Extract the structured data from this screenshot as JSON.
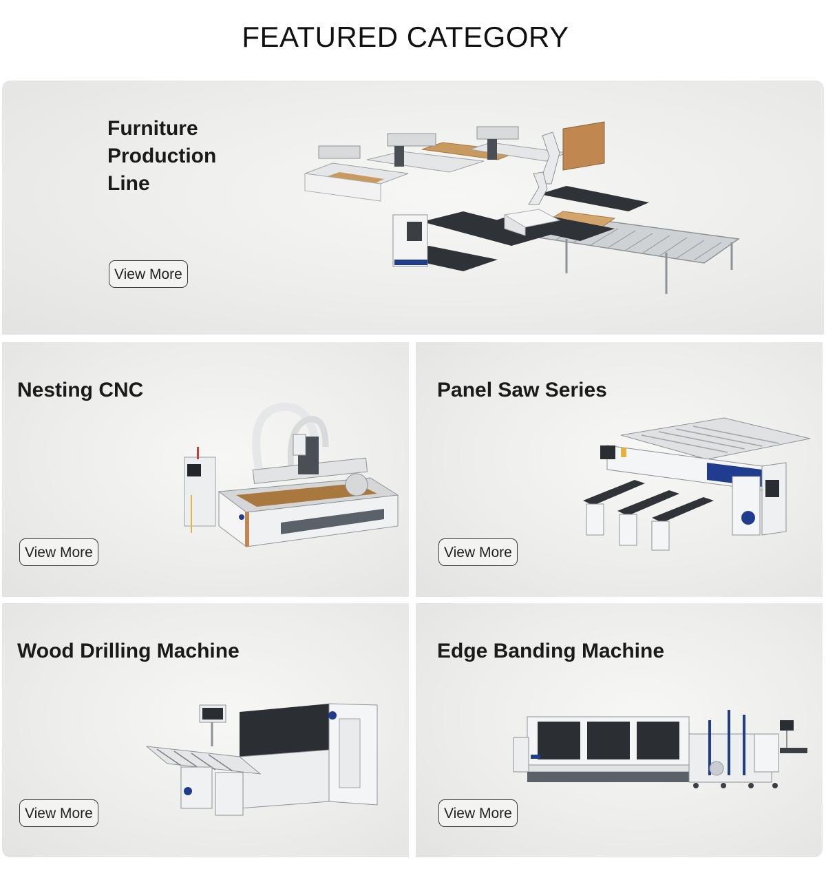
{
  "header": {
    "title": "FEATURED CATEGORY"
  },
  "categories": [
    {
      "title": "Furniture Production Line",
      "button": "View More"
    },
    {
      "title": "Nesting CNC",
      "button": "View More"
    },
    {
      "title": "Panel Saw Series",
      "button": "View More"
    },
    {
      "title": "Wood Drilling Machine",
      "button": "View More"
    },
    {
      "title": "Edge Banding Machine",
      "button": "View More"
    }
  ],
  "colors": {
    "background": "#ffffff",
    "card": "#ededeb",
    "accent_blue": "#1f3c8f",
    "wood": "#c9945a"
  }
}
